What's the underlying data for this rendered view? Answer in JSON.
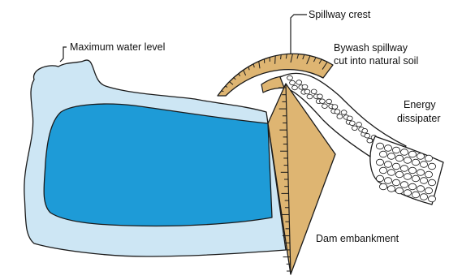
{
  "labels": {
    "max_water_level": "Maximum water level",
    "spillway_crest": "Spillway crest",
    "bywash_line1": "Bywash spillway",
    "bywash_line2": "cut into natural soil",
    "energy_line1": "Energy",
    "energy_line2": "dissipater",
    "dam_embankment": "Dam embankment"
  },
  "colors": {
    "reservoir_max": "#cde6f4",
    "reservoir_water": "#1e9bd7",
    "embankment": "#deb572",
    "outline": "#1a1a1a",
    "pebble_fill": "#ffffff"
  }
}
